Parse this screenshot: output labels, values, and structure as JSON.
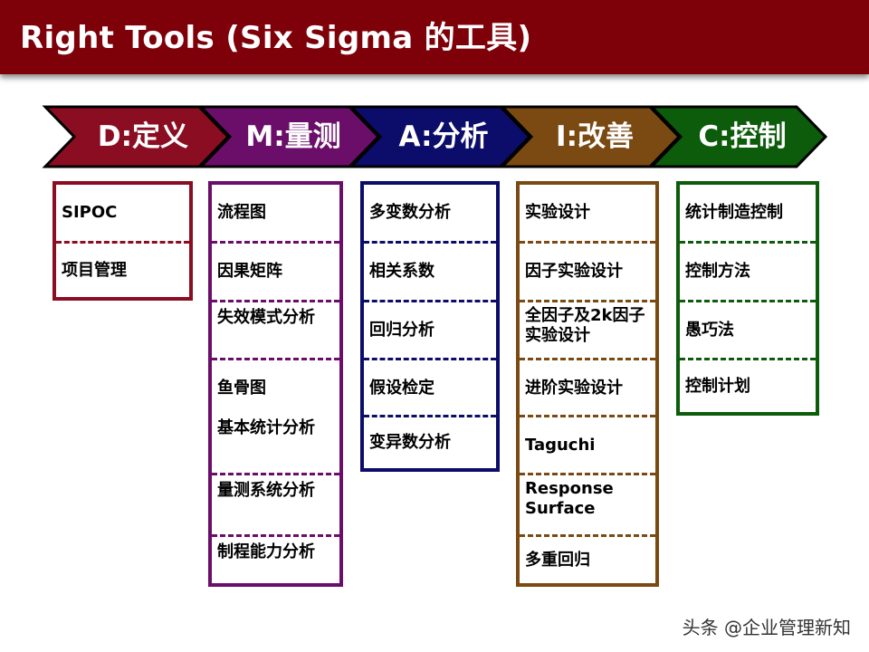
{
  "title": "Right Tools (Six Sigma 的工具)",
  "colors": {
    "title_bar": "#7e0009",
    "define": "#8b0d22",
    "measure": "#6b0e6a",
    "analyze": "#0c0c6a",
    "improve": "#7a4a12",
    "control": "#0c5c0c"
  },
  "phases": [
    {
      "label": "D:定义",
      "color": "#8b0d22"
    },
    {
      "label": "M:量测",
      "color": "#6b0e6a"
    },
    {
      "label": "A:分析",
      "color": "#0c0c6a"
    },
    {
      "label": "I:改善",
      "color": "#7a4a12"
    },
    {
      "label": "C:控制",
      "color": "#0c5c0c"
    }
  ],
  "columns": [
    {
      "phase": "define",
      "items": [
        "SIPOC",
        "项目管理"
      ]
    },
    {
      "phase": "measure",
      "items": [
        "流程图",
        "因果矩阵",
        "失效模式分析",
        "鱼骨图",
        "基本统计分析",
        "量测系统分析",
        "制程能力分析"
      ]
    },
    {
      "phase": "analyze",
      "items": [
        "多变数分析",
        "相关系数",
        "回归分析",
        "假设检定",
        "变异数分析"
      ]
    },
    {
      "phase": "improve",
      "items": [
        "实验设计",
        "因子实验设计",
        "全因子及2k因子\n实验设计",
        "进阶实验设计",
        "Taguchi",
        "Response\nSurface",
        "多重回归"
      ]
    },
    {
      "phase": "control",
      "items": [
        "统计制造控制",
        "控制方法",
        "愚巧法",
        "控制计划"
      ]
    }
  ],
  "watermark": "头条 @企业管理新知"
}
